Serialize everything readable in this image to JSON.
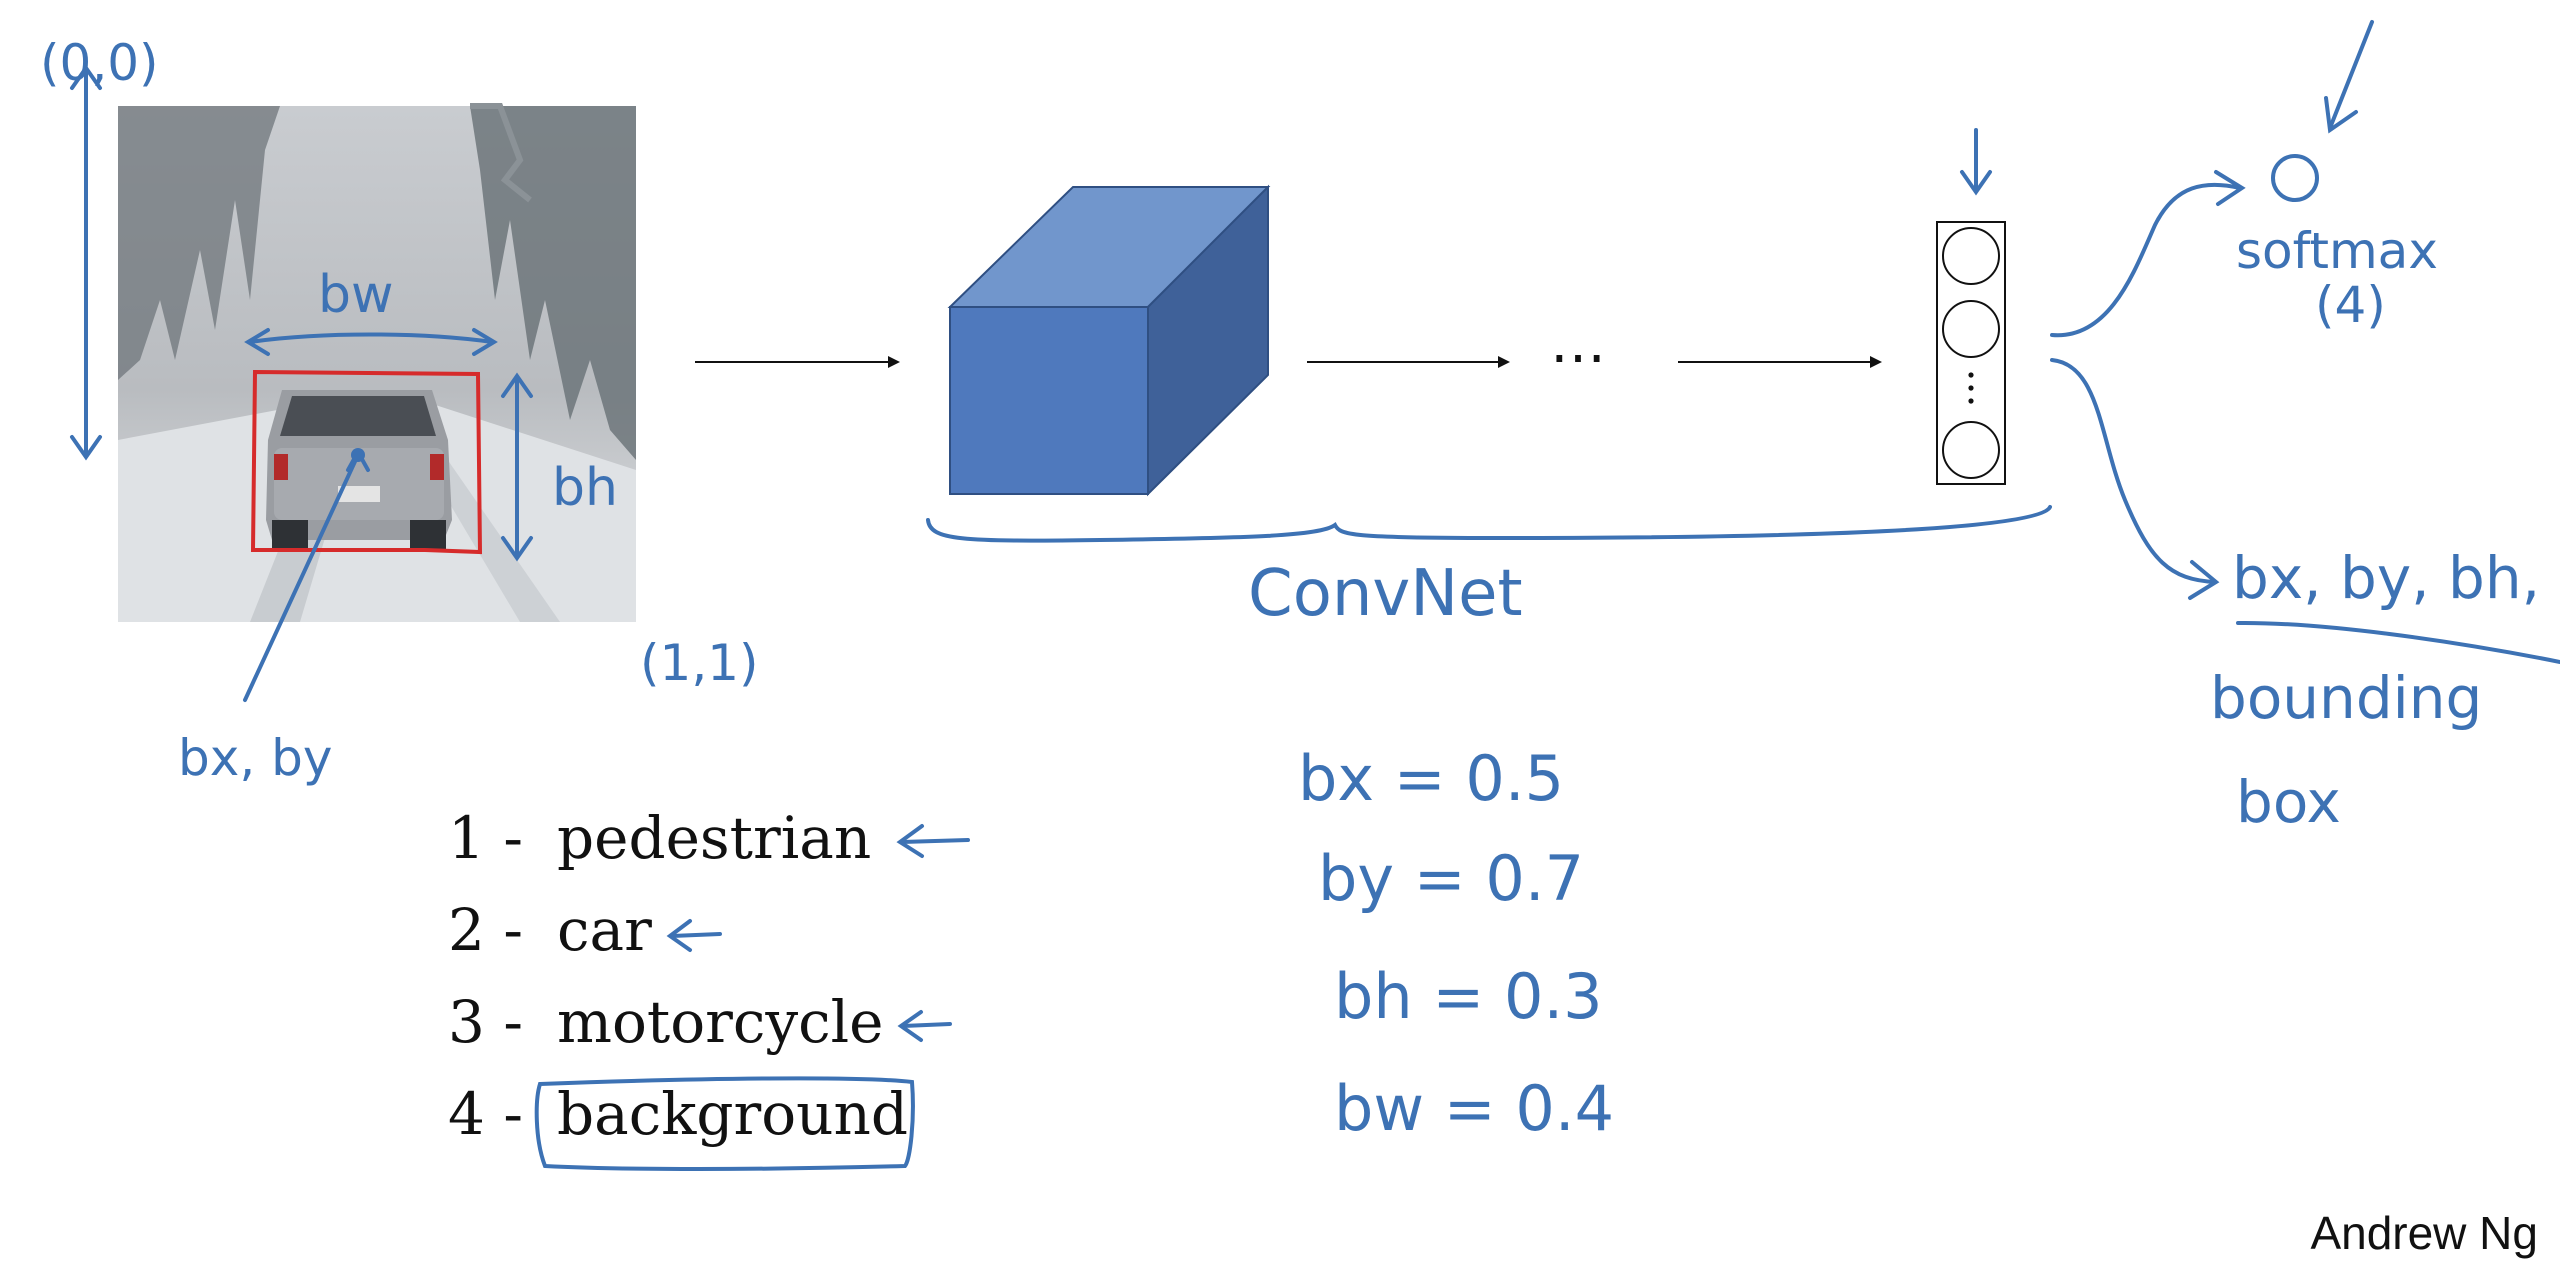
{
  "colors": {
    "ink": "#3d72b4",
    "bbox": "#d62b2b",
    "cube_front": "#4f79bd",
    "cube_top": "#7196cc",
    "cube_side": "#3f6199",
    "black": "#111111"
  },
  "image": {
    "origin_label": "(0,0)",
    "corner_label": "(1,1)",
    "bw_label": "bw",
    "bh_label": "bh",
    "center_label": "bx, by"
  },
  "network": {
    "ellipsis": "⋯",
    "convnet_label": "ConvNet"
  },
  "outputs": {
    "softmax_label": "softmax",
    "softmax_count": "(4)",
    "bbox_params": "bx, by, bh, bw",
    "bounding_label": "bounding",
    "box_label": "box"
  },
  "classes": [
    {
      "num": "1 -",
      "name": "pedestrian"
    },
    {
      "num": "2 -",
      "name": "car"
    },
    {
      "num": "3 -",
      "name": "motorcycle"
    },
    {
      "num": "4 -",
      "name": "background"
    }
  ],
  "values": {
    "bx": "bx = 0.5",
    "by": "by = 0.7",
    "bh": "bh = 0.3",
    "bw": "bw = 0.4"
  },
  "footer": "Andrew Ng"
}
